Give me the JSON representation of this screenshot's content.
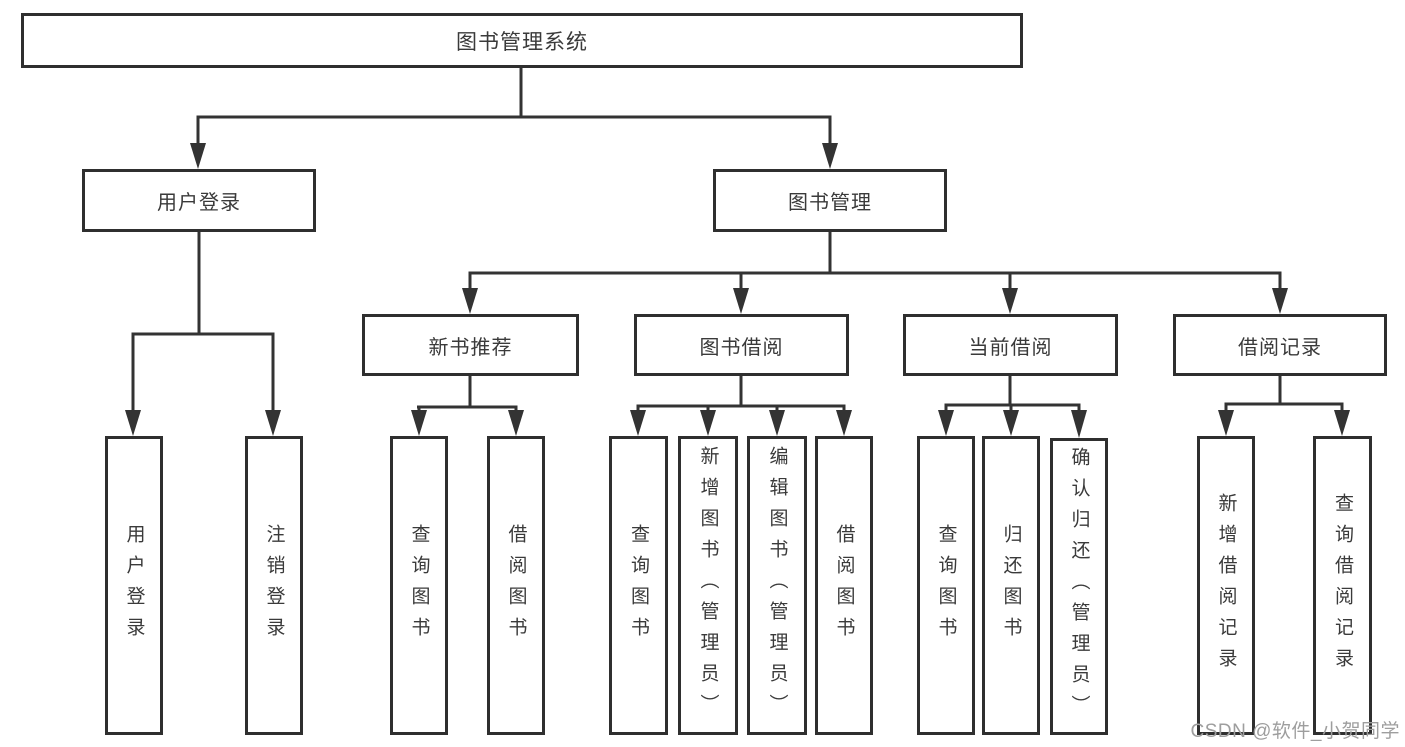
{
  "tree": {
    "root": "图书管理系统",
    "branches": [
      {
        "label": "用户登录",
        "children": [
          "用户登录",
          "注销登录"
        ]
      },
      {
        "label": "图书管理",
        "groups": [
          {
            "label": "新书推荐",
            "children": [
              "查询图书",
              "借阅图书"
            ]
          },
          {
            "label": "图书借阅",
            "children": [
              "查询图书",
              "新增图书（管理员）",
              "编辑图书（管理员）",
              "借阅图书"
            ]
          },
          {
            "label": "当前借阅",
            "children": [
              "查询图书",
              "归还图书",
              "确认归还（管理员）"
            ]
          },
          {
            "label": "借阅记录",
            "children": [
              "新增借阅记录",
              "查询借阅记录"
            ]
          }
        ]
      }
    ]
  },
  "watermark": "CSDN @软件_小贺同学",
  "colors": {
    "line": "#333333",
    "box_border": "#2f2f2f",
    "text": "#3a3a3a",
    "watermark": "#9e9e9e",
    "background": "#ffffff"
  }
}
